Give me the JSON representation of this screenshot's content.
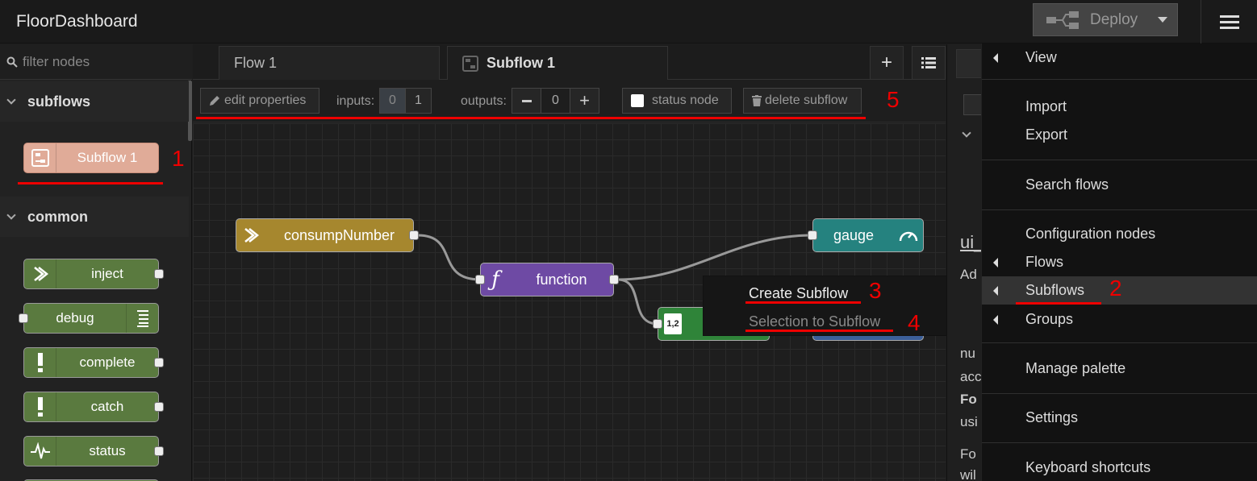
{
  "header": {
    "app_title": "FloorDashboard",
    "deploy_label": "Deploy"
  },
  "palette": {
    "search_placeholder": "filter nodes",
    "categories": [
      {
        "label": "subflows"
      },
      {
        "label": "common"
      }
    ],
    "subflow_node": {
      "label": "Subflow 1",
      "color": "#e0ab98"
    },
    "common_nodes": [
      {
        "label": "inject"
      },
      {
        "label": "debug"
      },
      {
        "label": "complete"
      },
      {
        "label": "catch"
      },
      {
        "label": "status"
      }
    ]
  },
  "tabs": [
    {
      "label": "Flow 1"
    },
    {
      "label": "Subflow 1"
    }
  ],
  "subflow_toolbar": {
    "edit_properties": "edit properties",
    "inputs_label": "inputs:",
    "inputs_options": [
      "0",
      "1"
    ],
    "outputs_label": "outputs:",
    "outputs_value": "0",
    "status_node": "status node",
    "delete_subflow": "delete subflow"
  },
  "canvas_nodes": {
    "consump": {
      "label": "consumpNumber",
      "color": "#a6872e"
    },
    "function": {
      "label": "function",
      "color": "#6e4aa4"
    },
    "gauge": {
      "label": "gauge",
      "color": "#25827f"
    },
    "csv": {
      "label": "",
      "icon_text": "1,2",
      "color": "#2f8439"
    }
  },
  "context_menu": {
    "create": "Create Subflow",
    "selection": "Selection to Subflow"
  },
  "sidebar_fragments": {
    "title": "ui_",
    "line1": "Ad",
    "line2": "nu",
    "line3": "acc",
    "line4": "Fo",
    "line5": "usi",
    "line6": "Fo",
    "line7": "wil"
  },
  "main_menu": {
    "items": [
      {
        "label": "View"
      },
      {
        "label": "Import"
      },
      {
        "label": "Export"
      },
      {
        "label": "Search flows"
      },
      {
        "label": "Configuration nodes"
      },
      {
        "label": "Flows"
      },
      {
        "label": "Subflows"
      },
      {
        "label": "Groups"
      },
      {
        "label": "Manage palette"
      },
      {
        "label": "Settings"
      },
      {
        "label": "Keyboard shortcuts"
      }
    ]
  },
  "annotations": {
    "n1": "1",
    "n2": "2",
    "n3": "3",
    "n4": "4",
    "n5": "5"
  },
  "colors": {
    "annotation_red": "#e00000",
    "node_green": "#5a7a3f"
  }
}
